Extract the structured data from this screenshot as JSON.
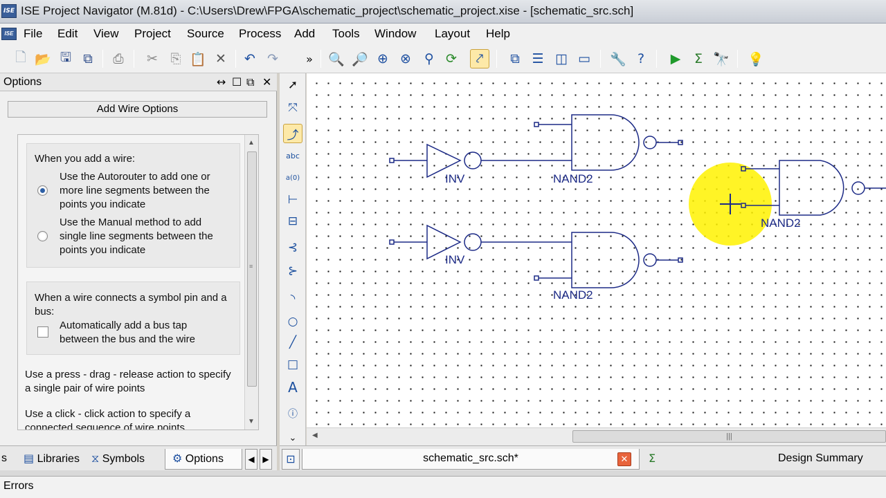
{
  "window": {
    "title": "ISE Project Navigator (M.81d) - C:\\Users\\Drew\\FPGA\\schematic_project\\schematic_project.xise - [schematic_src.sch]",
    "app_icon": "ISE"
  },
  "menu": [
    "File",
    "Edit",
    "View",
    "Project",
    "Source",
    "Process",
    "Add",
    "Tools",
    "Window",
    "Layout",
    "Help"
  ],
  "toolbar": {
    "icons": [
      "new-file-icon",
      "open-folder-icon",
      "save-icon",
      "save-all-icon",
      "print-icon",
      "cut-icon",
      "copy-icon",
      "paste-icon",
      "delete-icon",
      "undo-icon",
      "redo-icon",
      "more-icon",
      "zoom-in-icon",
      "zoom-out-icon",
      "zoom-fit-icon",
      "zoom-selection-icon",
      "pan-icon",
      "refresh-icon",
      "add-wire-icon",
      "cascade-icon",
      "tile-horizontal-icon",
      "tile-vertical-icon",
      "window-icon",
      "properties-icon",
      "help-cursor-icon",
      "run-icon",
      "sigma-icon",
      "telescope-icon",
      "lightbulb-icon"
    ],
    "overflow": "»"
  },
  "options_panel": {
    "title": "Options",
    "section_button": "Add Wire Options",
    "group1_heading": "When you add a wire:",
    "radio_autorouter": "Use the Autorouter to add one or more line segments between the points you indicate",
    "radio_manual": "Use the Manual method to add single line segments between the points you indicate",
    "group2_heading": "When a wire connects a symbol pin and a bus:",
    "checkbox_bus_tap": "Automatically add a bus tap between the bus and the wire",
    "hint_drag": "Use a press - drag - release action to specify a single pair of wire points",
    "hint_click": "Use a click - click action to specify a connected sequence of wire points"
  },
  "panel_tabs": {
    "partial": "s",
    "libraries": "Libraries",
    "symbols": "Symbols",
    "options": "Options"
  },
  "schematic": {
    "inv_label": "INV",
    "nand_label": "NAND2"
  },
  "doc_tabs": {
    "schematic": "schematic_src.sch*",
    "summary": "Design Summary"
  },
  "status": {
    "errors": "Errors"
  },
  "colors": {
    "wire": "#1c2a86",
    "highlight": "#fff200",
    "accent": "#2d5fa5"
  }
}
